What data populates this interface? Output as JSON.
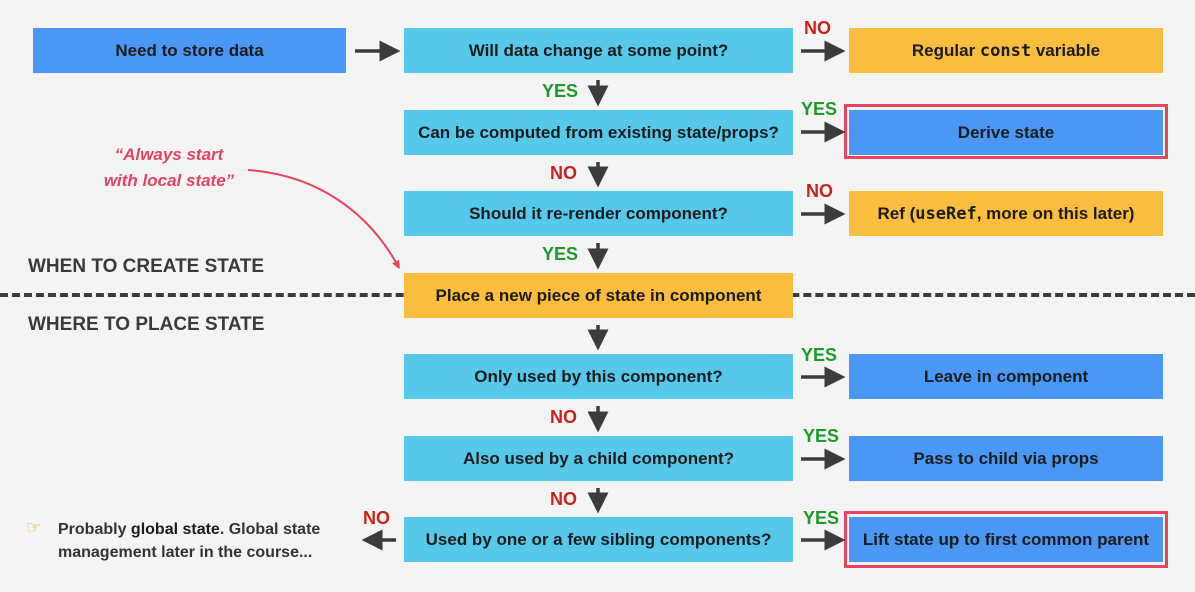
{
  "sections": {
    "create": "WHEN TO CREATE STATE",
    "place": "WHERE TO PLACE STATE"
  },
  "boxes": {
    "need_store": "Need to store data",
    "will_change": "Will data change at some point?",
    "computed": "Can be computed from existing state/props?",
    "rerender": "Should it re-render component?",
    "place_new": "Place a new piece of state in component",
    "only_used": "Only used by this component?",
    "child_used": "Also used by a child component?",
    "siblings": "Used by one or a few sibling components?",
    "const_pre": "Regular",
    "const_code": "const",
    "const_post": "variable",
    "derive": "Derive state",
    "ref_pre": "Ref (",
    "ref_code": "useRef",
    "ref_post": ", more on this later)",
    "leave": "Leave in component",
    "pass_child": "Pass to child via props",
    "lift": "Lift state up to first common parent"
  },
  "labels": {
    "yes": "YES",
    "no": "NO"
  },
  "quote": {
    "line1": "“Always start",
    "line2": "with local state”"
  },
  "note": {
    "pre": "Probably",
    "bold": "global state",
    "post": ". Global state",
    "line2": "management later in the course..."
  },
  "colors": {
    "blue": "#4a97f6",
    "cyan": "#56c8ea",
    "orange": "#fbbd3e",
    "highlight": "#e8435f",
    "yes": "#1e9a2a",
    "no": "#c8231c"
  }
}
